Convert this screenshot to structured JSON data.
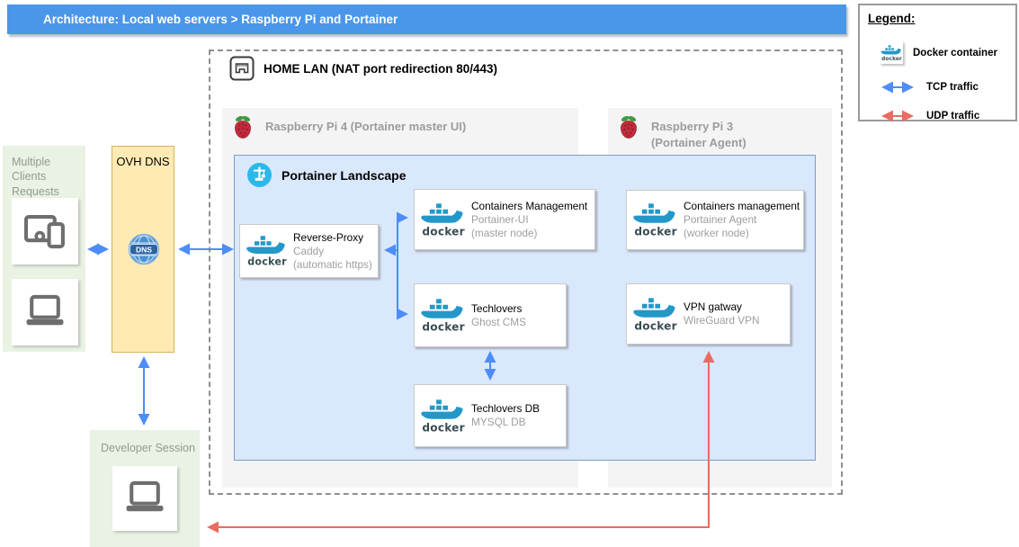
{
  "banner": {
    "title": "Architecture: Local web servers > Raspberry Pi and Portainer"
  },
  "legend": {
    "title": "Legend:",
    "items": [
      {
        "icon": "docker-icon",
        "label": "Docker container"
      },
      {
        "icon": "tcp-arrow-icon",
        "label": "TCP traffic"
      },
      {
        "icon": "udp-arrow-icon",
        "label": "UDP traffic"
      }
    ]
  },
  "clients": {
    "label": "Multiple Clients Requests"
  },
  "dns": {
    "label": "OVH DNS",
    "icon_text": "DNS"
  },
  "developer": {
    "label": "Developer Session"
  },
  "home_lan": {
    "label": "HOME LAN (NAT port redirection 80/443)"
  },
  "pi4": {
    "label": "Raspberry Pi 4 (Portainer master UI)"
  },
  "pi3": {
    "line1": "Raspberry Pi 3",
    "line2": "(Portainer Agent)"
  },
  "landscape": {
    "label": "Portainer Landscape"
  },
  "containers": {
    "reverse_proxy": {
      "title": "Reverse-Proxy",
      "subtitle": "Caddy",
      "note": "(automatic https)"
    },
    "mgmt_master": {
      "title": "Containers Management",
      "subtitle": "Portainer-UI",
      "note": "(master node)"
    },
    "techlovers": {
      "title": "Techlovers",
      "subtitle": "Ghost CMS"
    },
    "techlovers_db": {
      "title": "Techlovers DB",
      "subtitle": "MYSQL DB"
    },
    "mgmt_agent": {
      "title": "Containers management",
      "subtitle": "Portainer Agent",
      "note": "(worker node)"
    },
    "vpn": {
      "title": "VPN gatway",
      "subtitle": "WireGuard VPN"
    }
  },
  "docker_logo": {
    "wordmark": "docker"
  },
  "colors": {
    "banner_bg": "#4A96E8",
    "tcp": "#4D8DF7",
    "udp": "#E96C62",
    "docker_blue": "#2497C9",
    "docker_text": "#394D54",
    "portainer_blue": "#2BB8EA",
    "landscape_bg": "#DAE8FC",
    "landscape_border": "#7A9CC6",
    "pi_bg": "#F4F4F5",
    "green_bg": "#E9F2E3",
    "dns_bg": "#FFEAB3",
    "dns_border": "#D5B260",
    "dashed_border": "#8F8F8F",
    "icon_gray": "#6E6E6E",
    "raspberry_red": "#C62C3D",
    "leaf_green": "#3F9B3F",
    "dns_icon_blue": "#4A90D0",
    "dns_banner_blue": "#2E639E"
  }
}
